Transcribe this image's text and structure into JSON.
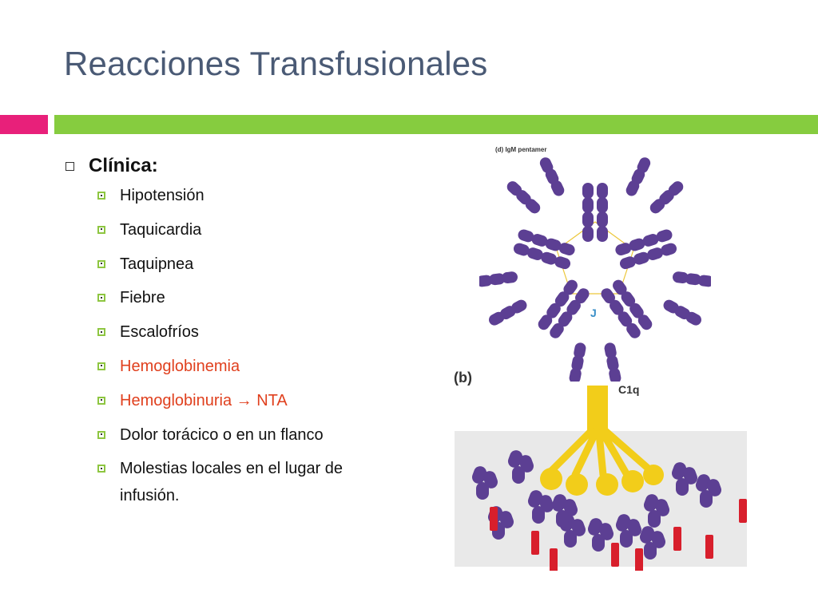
{
  "slide": {
    "title": "Reacciones Transfusionales",
    "colors": {
      "pink": "#e8207a",
      "green": "#86cc3f",
      "title": "#4a5a75",
      "highlight": "#e0401e",
      "bullet": "#8ec641"
    }
  },
  "content": {
    "heading": "Clínica:",
    "items": [
      {
        "text": "Hipotensión",
        "highlight": false
      },
      {
        "text": "Taquicardia",
        "highlight": false
      },
      {
        "text": "Taquipnea",
        "highlight": false
      },
      {
        "text": "Fiebre",
        "highlight": false
      },
      {
        "text": "Escalofríos",
        "highlight": false
      },
      {
        "text": "Hemoglobinemia",
        "highlight": true
      },
      {
        "text": "Hemoglobinuria → NTA",
        "highlight": true
      },
      {
        "text": "Dolor torácico o en un flanco",
        "highlight": false
      },
      {
        "text": "Molestias locales en el lugar de infusión.",
        "highlight": false
      }
    ]
  },
  "figure": {
    "top_label": "(d)  IgM pentamer",
    "center_label": "J",
    "bottom_label": "(b)",
    "c1q_label": "C1q",
    "colors": {
      "antibody": "#5c3f93",
      "chain": "#ecc73a",
      "c1q": "#f2cd1a",
      "antigen": "#d81f2c",
      "panel": "#e9e9e9"
    }
  }
}
